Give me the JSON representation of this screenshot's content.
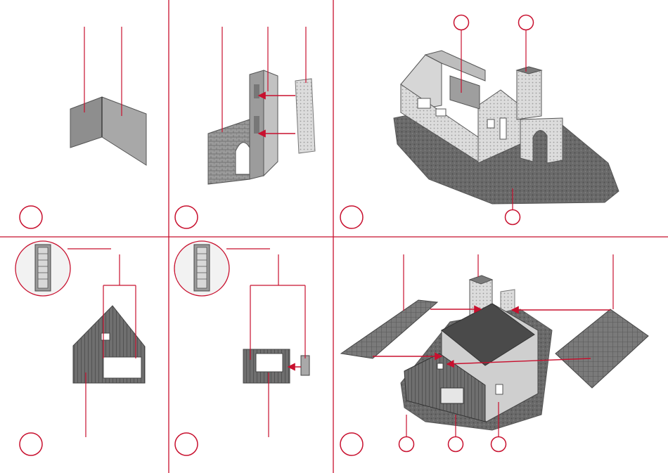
{
  "colors": {
    "accent": "#c8102e",
    "gray_dark": "#5a5a5a",
    "gray_mid": "#8a8a8a",
    "gray_light": "#cfcfcf",
    "ground": "#6e6e6e"
  },
  "panels": [
    {
      "id": "panel-1",
      "content": "two-wall-corner"
    },
    {
      "id": "panel-2",
      "content": "brick-wall-with-arch-and-insert-panels"
    },
    {
      "id": "panel-3",
      "content": "assembled-house-shell-on-base"
    },
    {
      "id": "panel-4",
      "content": "gable-wall-with-window-frame-insert"
    },
    {
      "id": "panel-5",
      "content": "small-wall-with-window-frame-insert"
    },
    {
      "id": "panel-6",
      "content": "roof-halves-placed-on-house"
    }
  ],
  "icons": [
    "step-marker-icon",
    "part-callout-icon",
    "window-frame-detail-icon",
    "assembly-arrow-icon"
  ]
}
